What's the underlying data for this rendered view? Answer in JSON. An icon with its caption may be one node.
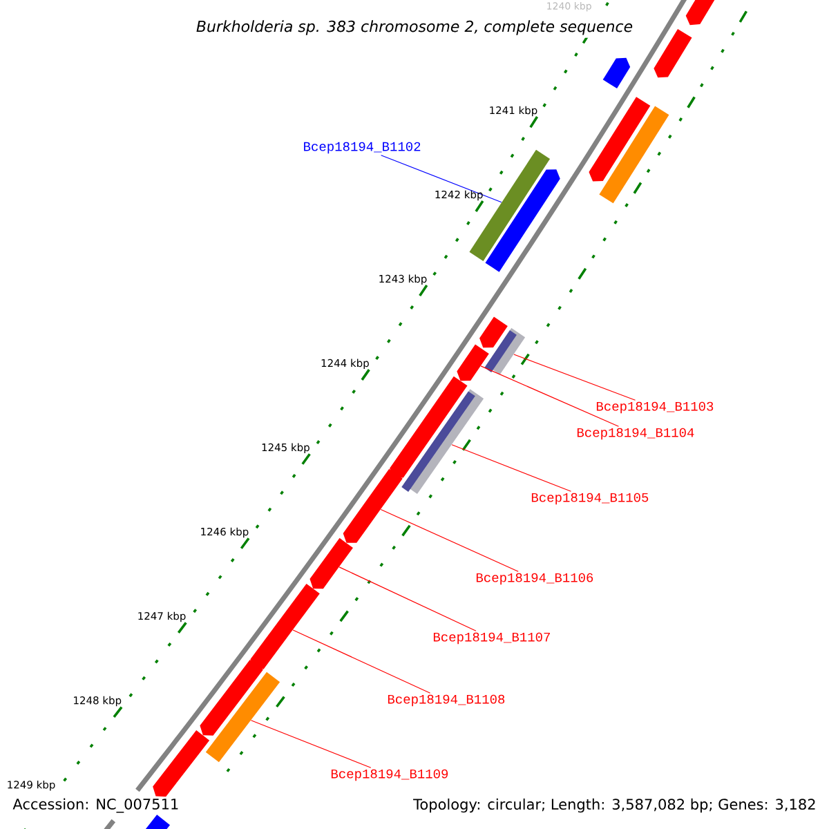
{
  "diagram": {
    "title": "Burkholderia sp. 383 chromosome 2, complete sequence",
    "nodes": [
      {
        "text": [
          "Bcep18194_B1102"
        ]
      },
      {
        "text": [
          "Bcep18194_B1103"
        ]
      },
      {
        "text": [
          "Bcep18194_B1104"
        ]
      },
      {
        "text": [
          "Bcep18194_B1105"
        ]
      },
      {
        "text": [
          "Bcep18194_B1106"
        ]
      },
      {
        "text": [
          "Bcep18194_B1107"
        ]
      },
      {
        "text": [
          "Bcep18194_B1108"
        ]
      },
      {
        "text": [
          "Bcep18194_B1109"
        ]
      },
      {
        "text": [],
        "shape": "arrow"
      },
      {
        "text": [],
        "shape": "arrow"
      },
      {
        "text": [],
        "shape": "arrow"
      },
      {
        "text": [],
        "shape": "arrow"
      },
      {
        "text": [],
        "shape": "bar"
      },
      {
        "text": [],
        "shape": "bar"
      },
      {
        "text": [],
        "shape": "arrow"
      },
      {
        "text": [],
        "shape": "arrow"
      },
      {
        "text": [],
        "shape": "bar"
      },
      {
        "text": [],
        "shape": "arrow"
      },
      {
        "text": [],
        "shape": "arrow"
      },
      {
        "text": [],
        "shape": "bar"
      },
      {
        "text": [],
        "shape": "arrow"
      },
      {
        "text": [],
        "shape": "arrow"
      },
      {
        "text": [],
        "shape": "arrow"
      },
      {
        "text": [],
        "shape": "arrow"
      },
      {
        "text": [],
        "shape": "bar"
      },
      {
        "text": [],
        "shape": "arrow"
      },
      {
        "text": [],
        "shape": "bar"
      }
    ],
    "edges": [
      {
        "from": 0,
        "to": 13,
        "arrow": "none",
        "color": "#0000ff"
      },
      {
        "from": 1,
        "to": 16,
        "arrow": "none"
      },
      {
        "from": 2,
        "to": 17,
        "arrow": "none"
      },
      {
        "from": 3,
        "to": 19,
        "arrow": "none"
      },
      {
        "from": 4,
        "to": 20,
        "arrow": "none"
      },
      {
        "from": 5,
        "to": 21,
        "arrow": "none"
      },
      {
        "from": 6,
        "to": 22,
        "arrow": "none"
      },
      {
        "from": 7,
        "to": 24,
        "arrow": "none"
      }
    ],
    "labels": [
      "1240 kbp",
      "1241 kbp",
      "1242 kbp",
      "1243 kbp",
      "1244 kbp",
      "1245 kbp",
      "1246 kbp",
      "1247 kbp",
      "1248 kbp",
      "1249 kbp",
      "Accession: NC_007511",
      "Topology: circular; Length: 3,587,082 bp; Genes: 3,182"
    ]
  }
}
